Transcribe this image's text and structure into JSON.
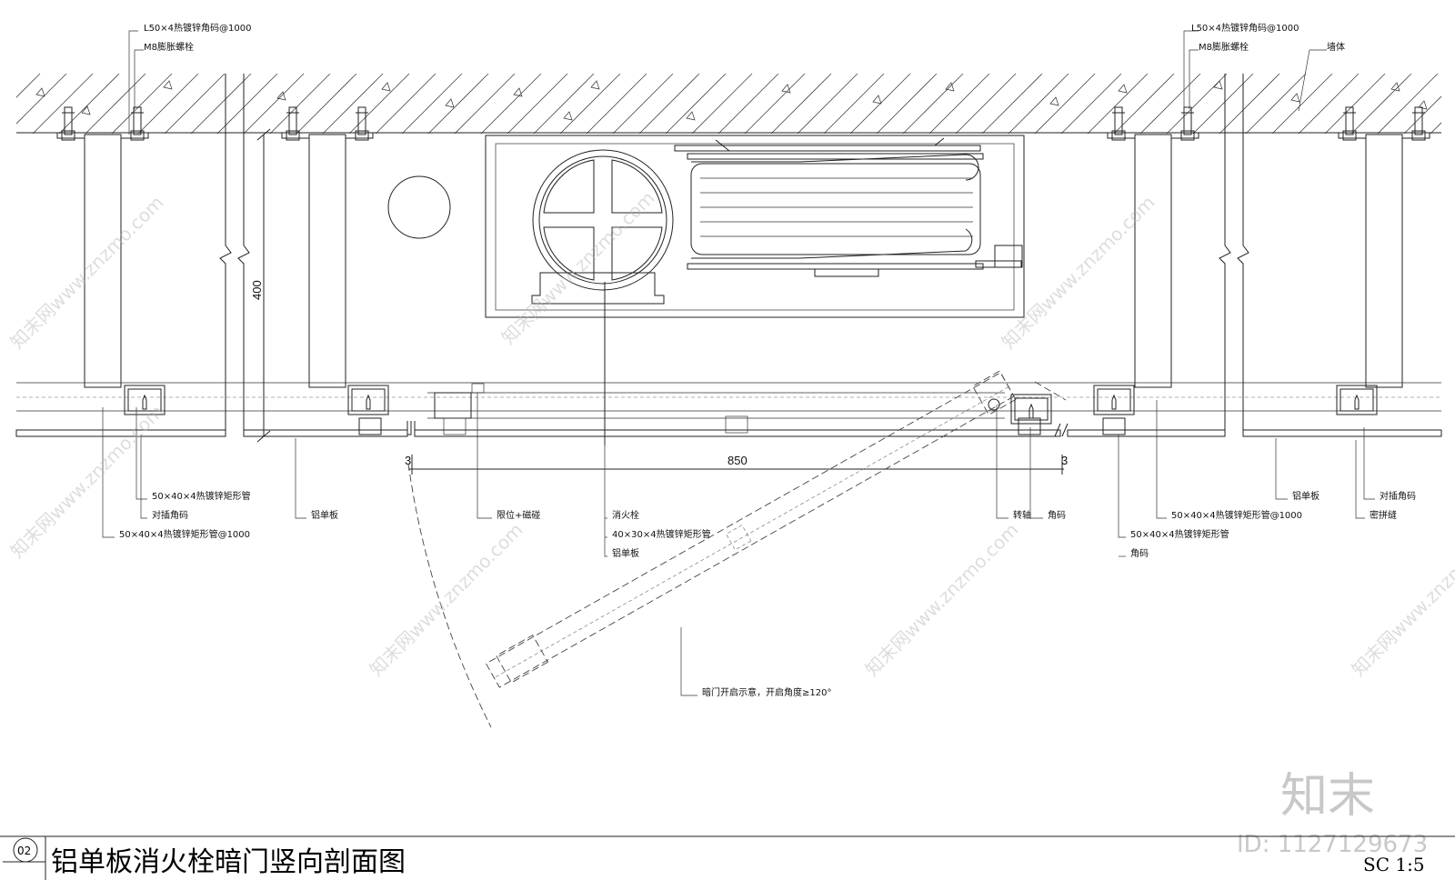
{
  "title": "铝单板消火栓暗门竖向剖面图",
  "detail_no": "02",
  "scale": "SC 1:5",
  "dimensions": {
    "height": "400",
    "width": "850",
    "gap_left": "3",
    "gap_right": "3"
  },
  "labels": {
    "top_left_angle": "L50×4热镀锌角码@1000",
    "top_left_bolt": "M8膨胀螺栓",
    "top_right_angle": "L50×4热镀锌角码@1000",
    "top_right_bolt": "M8膨胀螺栓",
    "wall": "墙体",
    "tube_left": "50×40×4热镀锌矩形管",
    "insert_left": "对插角码",
    "tube_left_1000": "50×40×4热镀锌矩形管@1000",
    "panel_left": "铝单板",
    "limit_magnet": "限位+磁碰",
    "hydrant": "消火栓",
    "tube_40": "40×30×4热镀锌矩形管",
    "panel_center": "铝单板",
    "pivot": "转轴",
    "corner_mid": "角码",
    "tube_right_1000": "50×40×4热镀锌矩形管@1000",
    "tube_right": "50×40×4热镀锌矩形管",
    "corner_right": "角码",
    "panel_right": "铝单板",
    "insert_right": "对插角码",
    "seal_joint": "密拼缝",
    "door_note": "暗门开启示意，开启角度≥120°"
  },
  "watermark": {
    "text": "知末网www.znzmo.com",
    "brand": "知末",
    "id": "ID: 1127129673"
  }
}
